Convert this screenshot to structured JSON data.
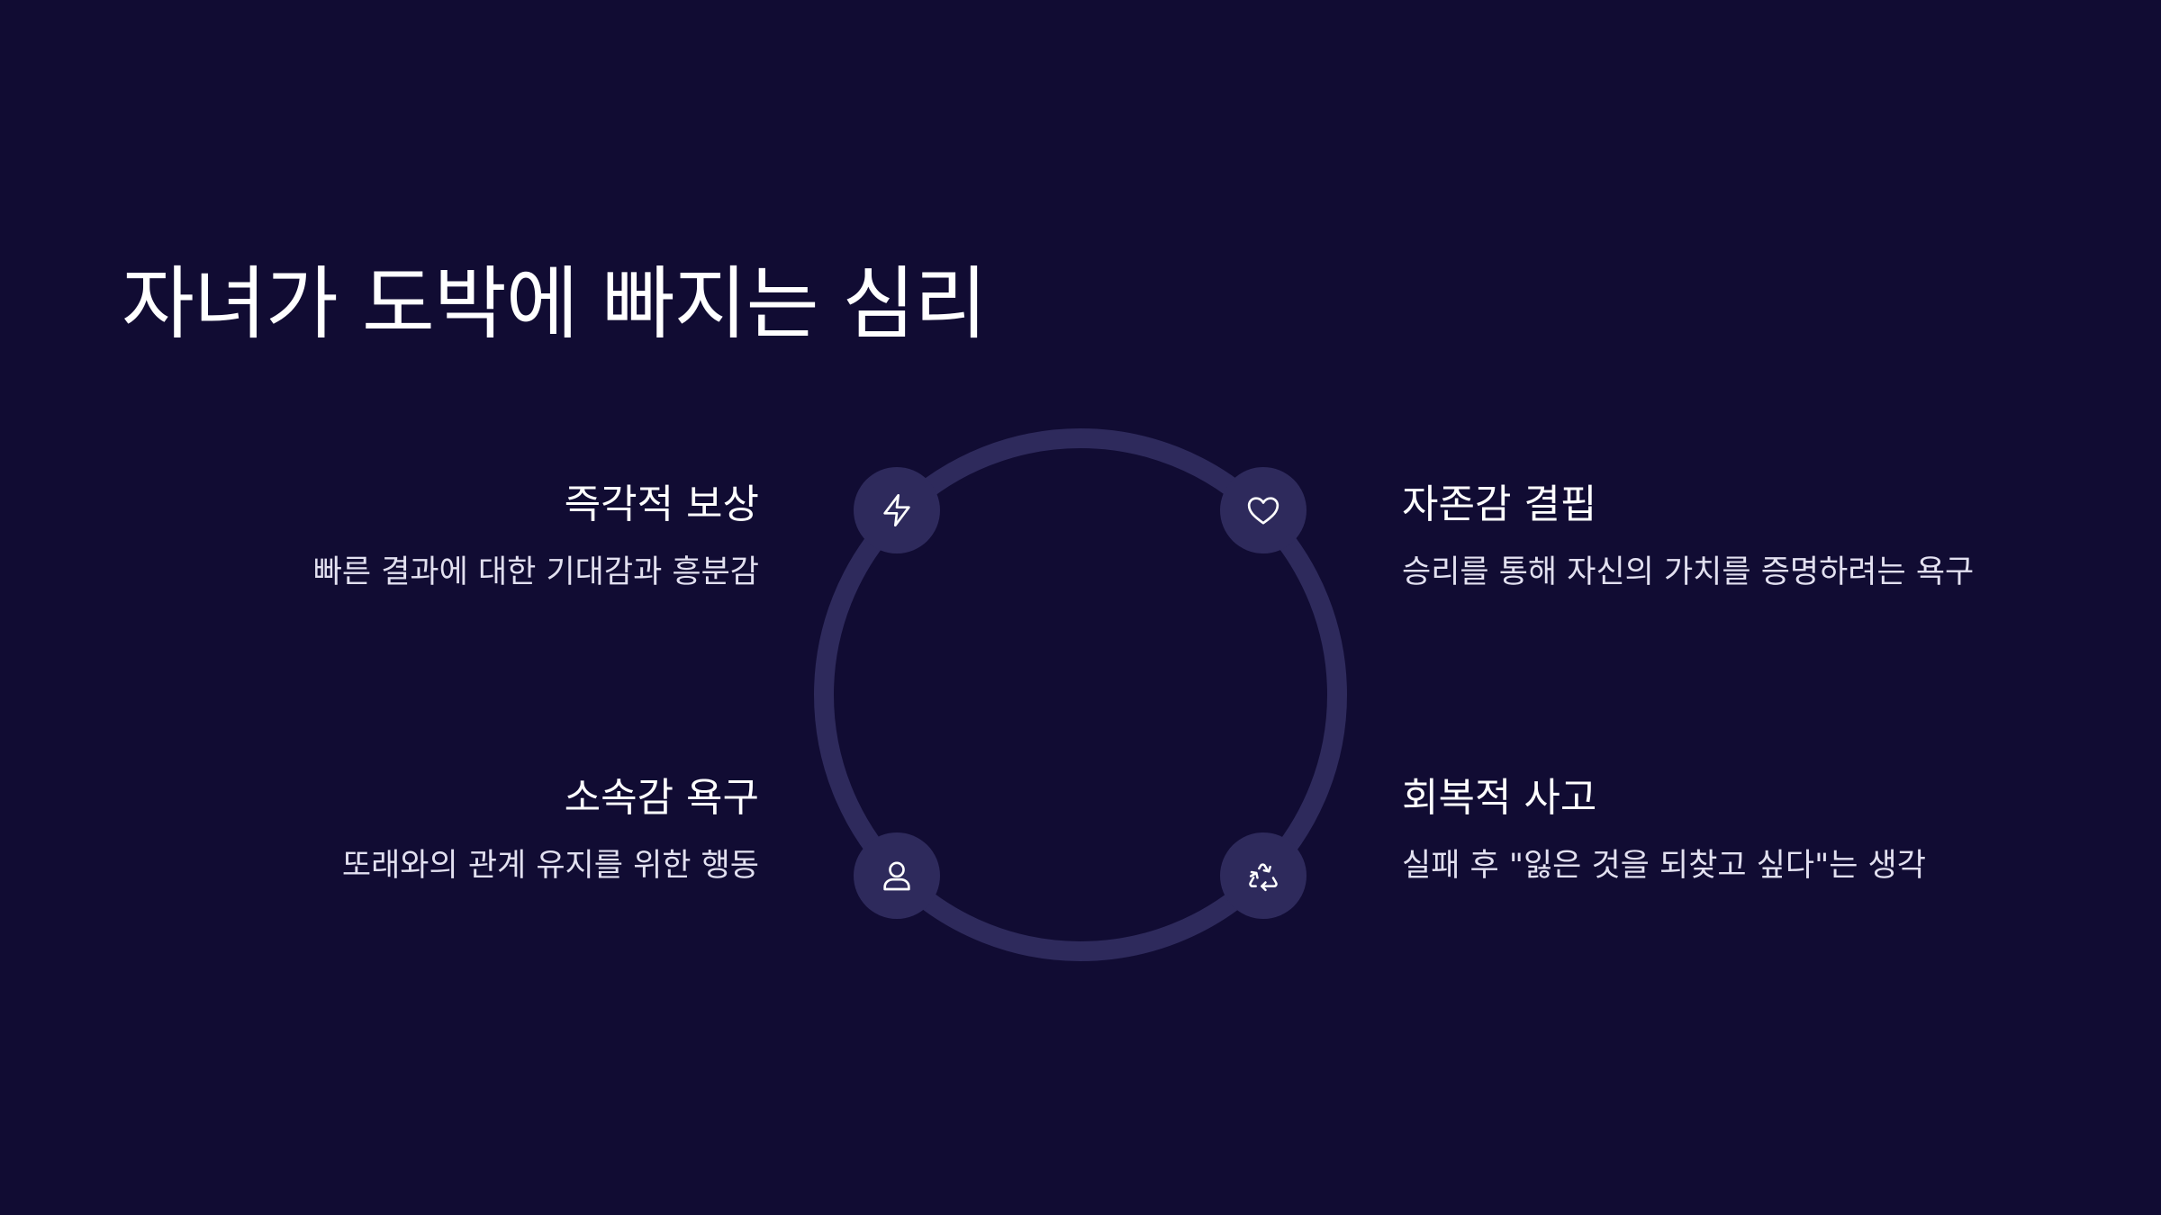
{
  "title": "자녀가 도박에 빠지는 심리",
  "items": [
    {
      "title": "즉각적 보상",
      "desc": "빠른 결과에 대한 기대감과 흥분감",
      "icon": "lightning-icon"
    },
    {
      "title": "자존감 결핍",
      "desc": "승리를 통해 자신의 가치를 증명하려는 욕구",
      "icon": "heart-icon"
    },
    {
      "title": "소속감 욕구",
      "desc": "또래와의 관계 유지를 위한 행동",
      "icon": "user-icon"
    },
    {
      "title": "회복적 사고",
      "desc": "실패 후 \"잃은 것을 되찾고 싶다\"는 생각",
      "icon": "recycle-icon"
    }
  ],
  "colors": {
    "background": "#110c33",
    "ring": "#2e2a5c",
    "node": "#2e2a5c",
    "text": "#ffffff"
  }
}
